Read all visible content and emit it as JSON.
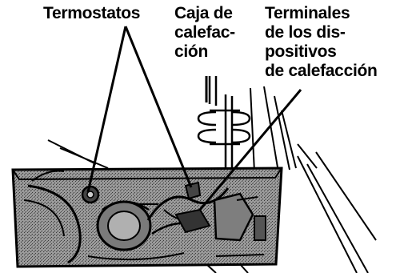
{
  "labels": {
    "thermostats": "Termostatos",
    "heater_box": "Caja de\ncalefac-\nción",
    "heater_terminals": "Terminales\nde los dis-\npositivos\nde calefacción"
  },
  "colors": {
    "ink": "#000000",
    "panel_fill": "#8a8a8a",
    "paper": "#ffffff"
  }
}
